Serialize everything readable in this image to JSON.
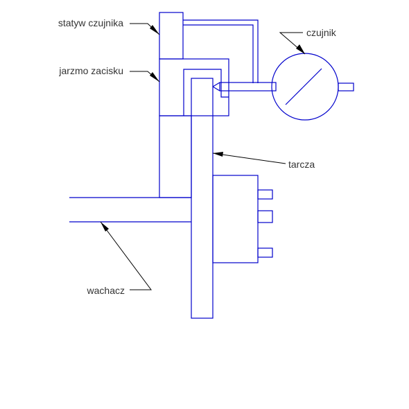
{
  "labels": {
    "statyw": "statyw czujnika",
    "jarzmo": "jarzmo zacisku",
    "czujnik": "czujnik",
    "tarcza": "tarcza",
    "wachacz": "wachacz"
  },
  "colors": {
    "line": "#0000cc",
    "leader": "#000000",
    "text": "#333333"
  }
}
